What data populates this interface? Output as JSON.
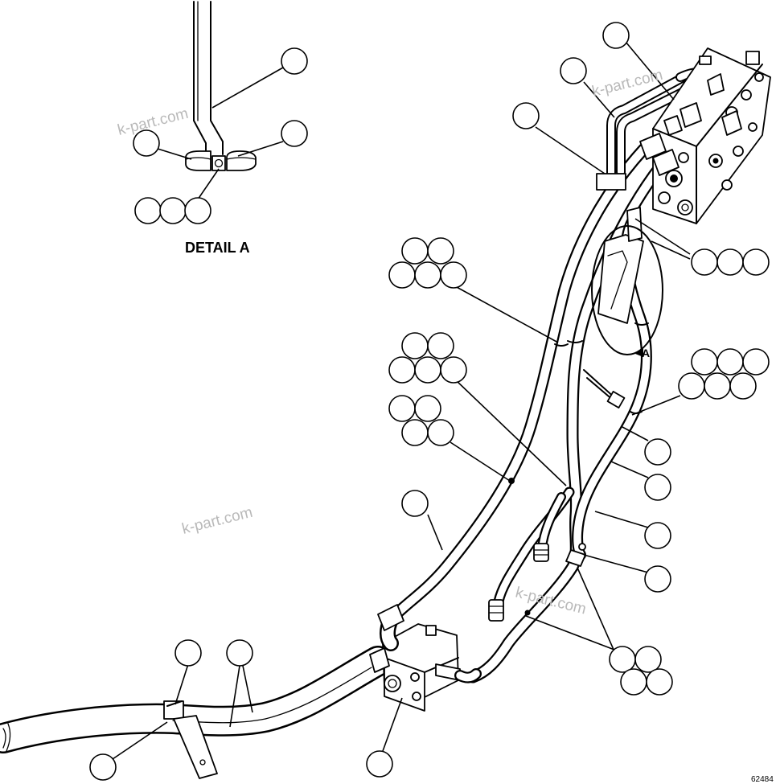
{
  "detail": {
    "title": "DETAIL A"
  },
  "section_marker": "A",
  "figure_id": "62484",
  "watermark": "k-part.com"
}
